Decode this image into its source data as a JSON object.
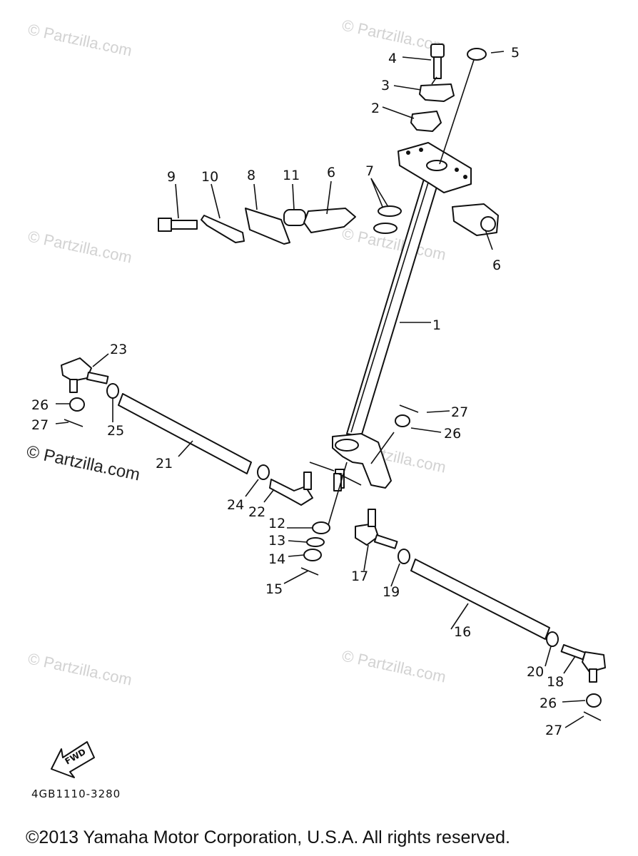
{
  "watermarks": [
    "© Partzilla.com",
    "© Partzilla.com",
    "© Partzilla.com",
    "© Partzilla.com",
    "© Partzilla.com",
    "© Partzilla.com",
    "© Partzilla.com",
    "© Partzilla.com"
  ],
  "callouts": {
    "p1": "1",
    "p2": "2",
    "p3": "3",
    "p4": "4",
    "p5": "5",
    "p6a": "6",
    "p6b": "6",
    "p7": "7",
    "p8": "8",
    "p9": "9",
    "p10": "10",
    "p11": "11",
    "p12": "12",
    "p13": "13",
    "p14": "14",
    "p15": "15",
    "p16": "16",
    "p17": "17",
    "p18": "18",
    "p19": "19",
    "p20": "20",
    "p21": "21",
    "p22": "22",
    "p23": "23",
    "p24": "24",
    "p25": "25",
    "p26a": "26",
    "p26b": "26",
    "p26c": "26",
    "p27a": "27",
    "p27b": "27",
    "p27c": "27"
  },
  "fwd_label": "FWD",
  "diagram_code": "4GB1110-3280",
  "copyright": "©2013 Yamaha Motor Corporation, U.S.A. All rights reserved."
}
